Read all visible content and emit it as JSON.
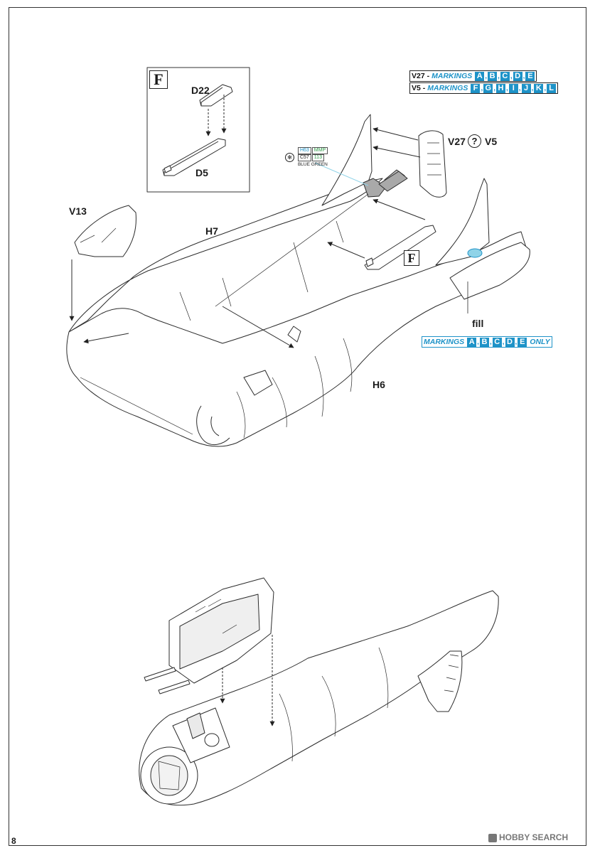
{
  "labels": {
    "d22": "D22",
    "d5": "D5",
    "v13": "V13",
    "h7": "H7",
    "h6": "H6",
    "v27": "V27",
    "v5": "V5",
    "fill": "fill",
    "step_letter": "F",
    "step_letter_inline": "F",
    "question": "?"
  },
  "markings": {
    "v27_prefix": "V27 -",
    "v5_prefix": "V5 -",
    "word": "MARKINGS",
    "v27_letters": [
      "A",
      "B",
      "C",
      "D",
      "E"
    ],
    "v5_letters": [
      "F",
      "G",
      "H",
      "I",
      "J",
      "K",
      "L"
    ],
    "fill_letters": [
      "A",
      "B",
      "C",
      "D",
      "E"
    ],
    "only": "ONLY"
  },
  "paint": {
    "code1": "H63",
    "code1_brand": "MMP",
    "code2": "C57",
    "code2_brand": "113",
    "name": "BLUE GREEN"
  },
  "page_number": "8",
  "watermark": "HOBBY SEARCH",
  "colors": {
    "accent_blue": "#1e93c8",
    "paint_green": "#2a9a45",
    "line": "#2b2b2b",
    "highlight": "#8fd3e8"
  }
}
